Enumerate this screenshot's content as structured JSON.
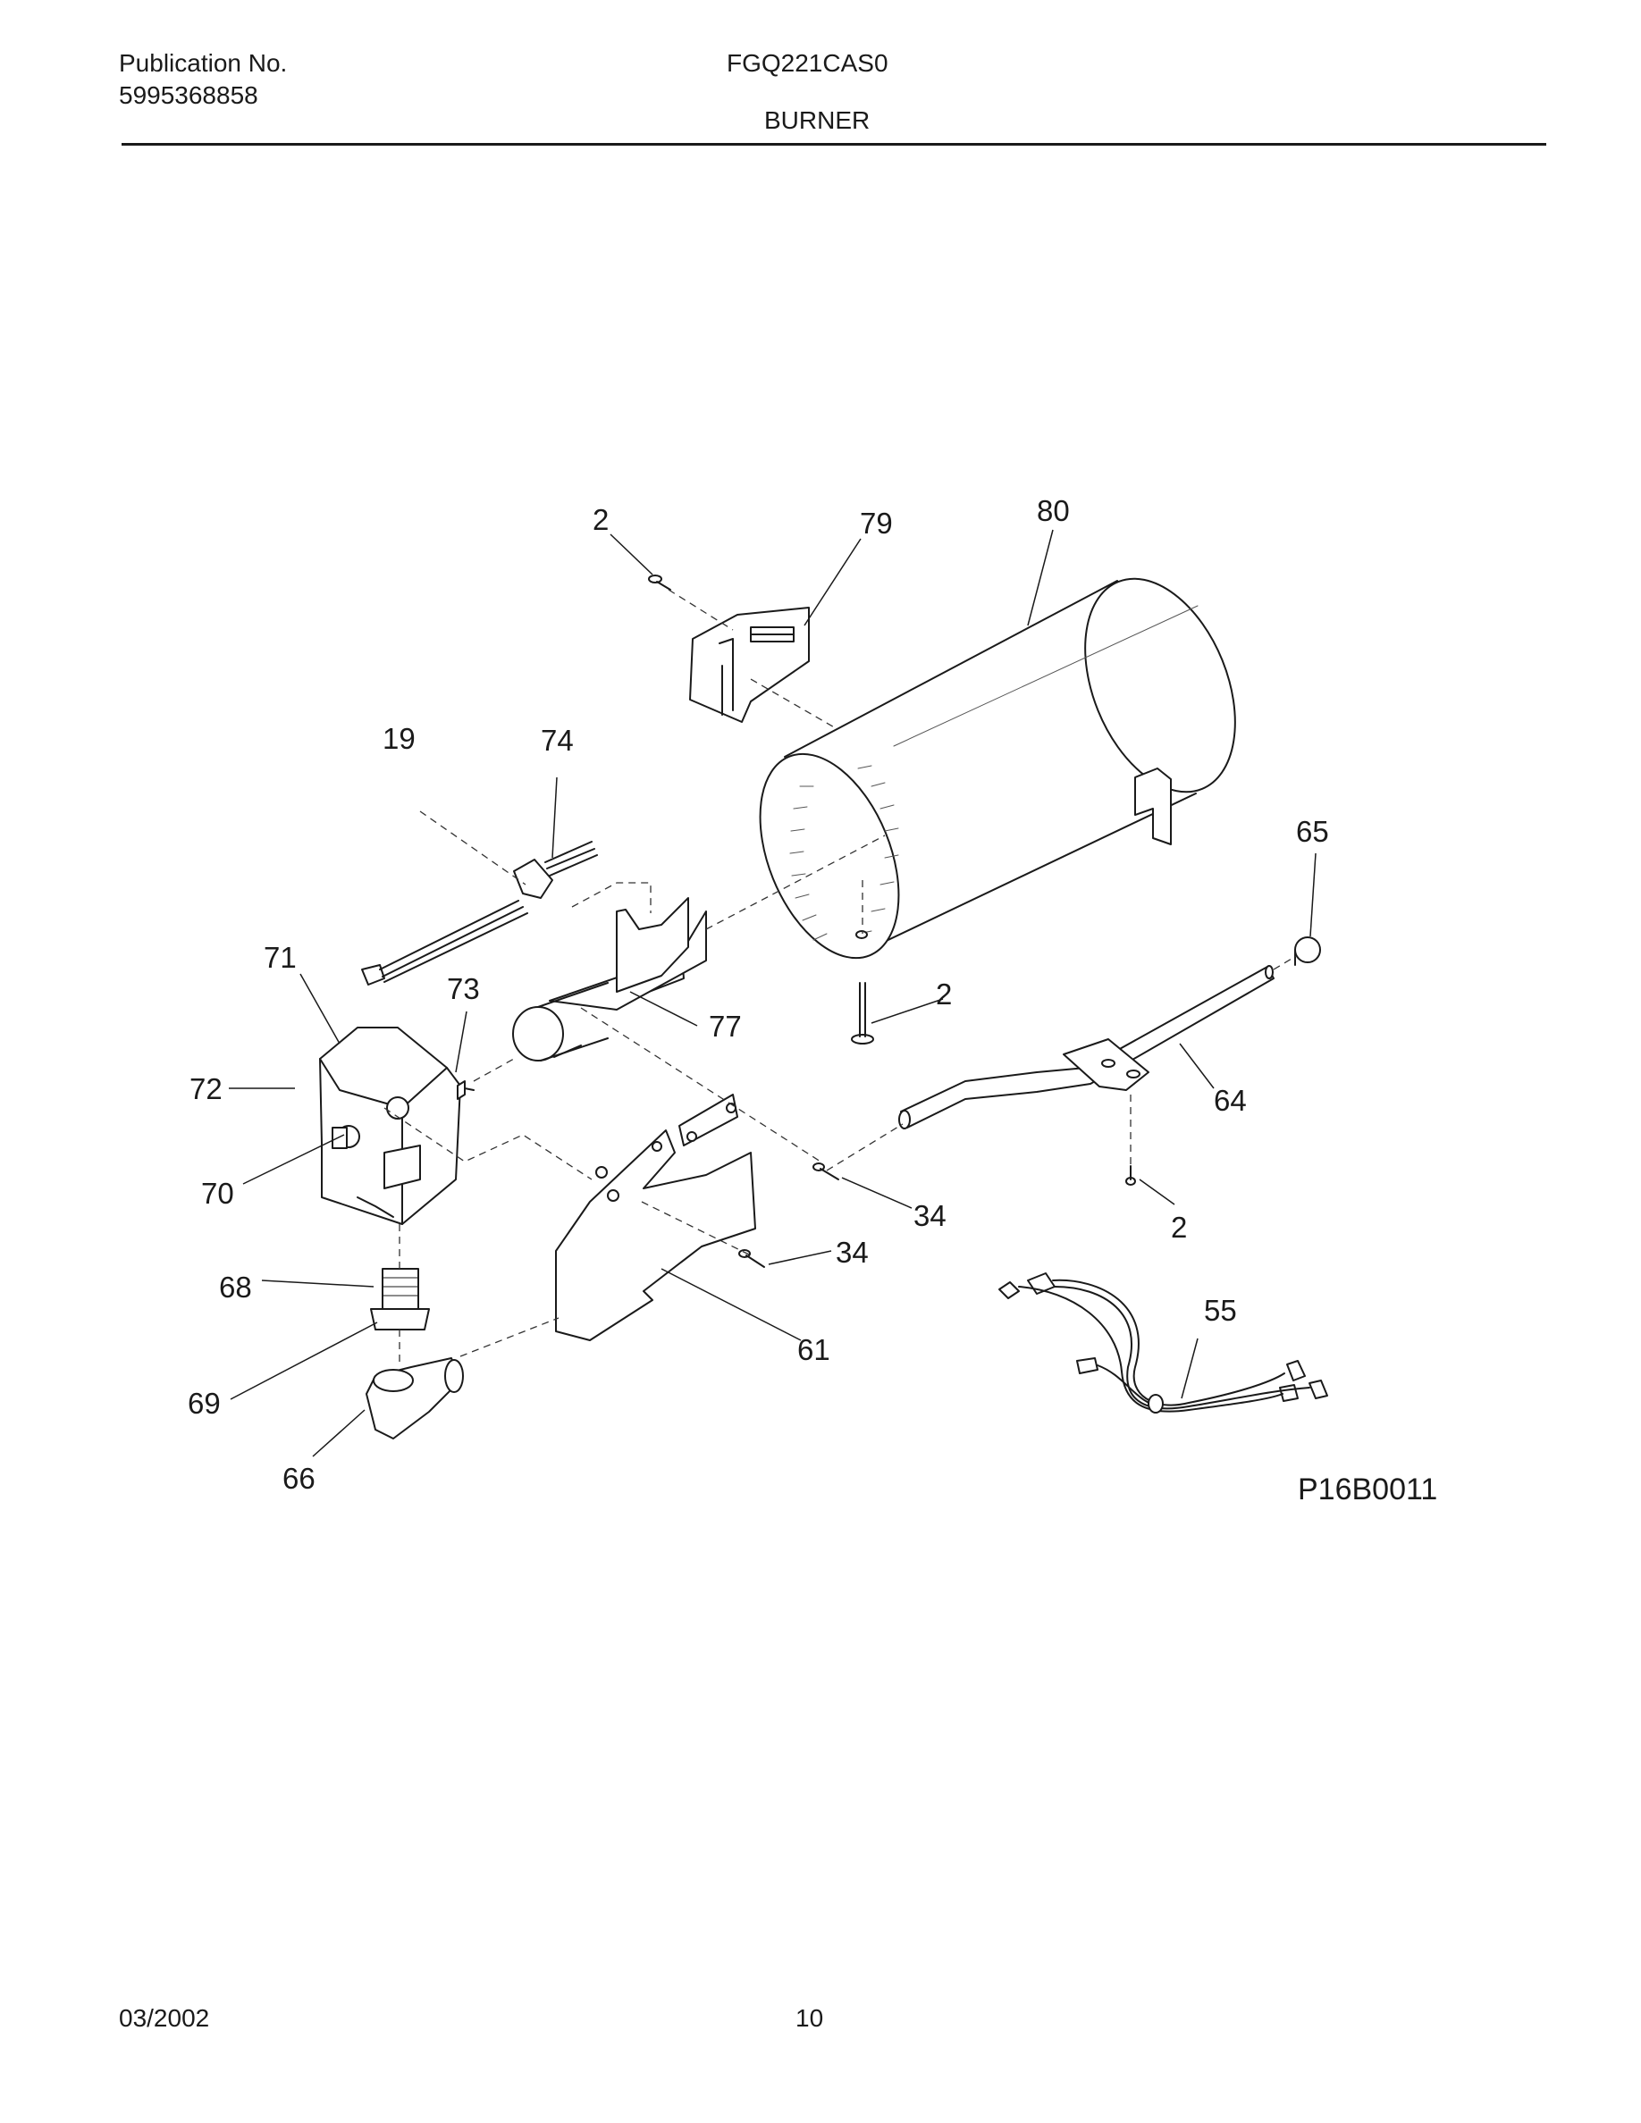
{
  "header": {
    "publication_label": "Publication No.",
    "publication_number": "5995368858",
    "model": "FGQ221CAS0",
    "section_title": "BURNER"
  },
  "diagram": {
    "figure_code": "P16B0011",
    "callouts": {
      "c2a": "2",
      "c79": "79",
      "c80": "80",
      "c19": "19",
      "c74": "74",
      "c65": "65",
      "c71": "71",
      "c73": "73",
      "c2b": "2",
      "c77": "77",
      "c72": "72",
      "c64": "64",
      "c70": "70",
      "c34a": "34",
      "c2c": "2",
      "c34b": "34",
      "c68": "68",
      "c55": "55",
      "c61": "61",
      "c69": "69",
      "c66": "66"
    }
  },
  "footer": {
    "date": "03/2002",
    "page_number": "10"
  }
}
